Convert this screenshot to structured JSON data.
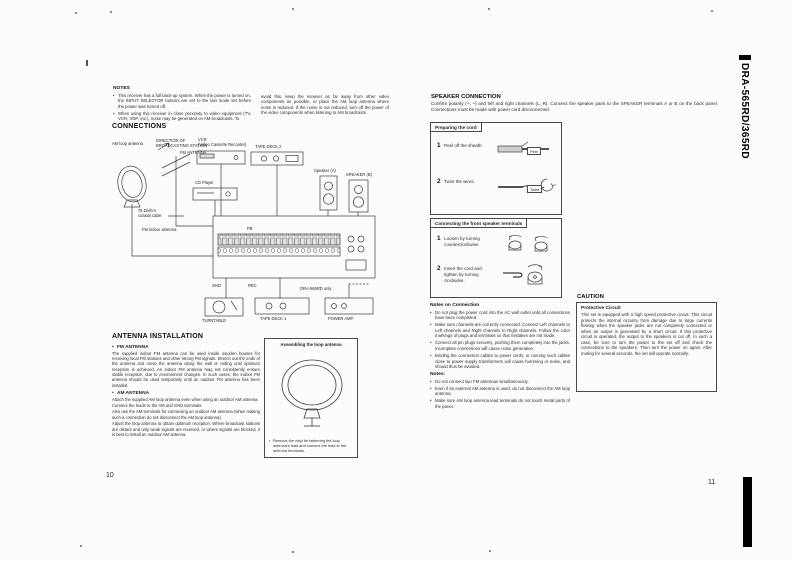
{
  "side_tab": {
    "model": "DRA-565RD/365RD"
  },
  "left_page": {
    "page_number": "10",
    "notes": {
      "title": "NOTES",
      "col1_items": [
        "This receiver has a full back-up system. When the power is turned on, the INPUT SELECTOR buttons are set to the last mode set before the power was turned off.",
        "When using this receiver in close proximity to video equipment (TV, VCR, VDP, etc.), noise may be generated on AM broadcasts. To"
      ],
      "col2": "avoid this, keep the receiver as far away from other video components as possible, or place the AM loop antenna where noise is reduced. If the noise is not reduced, turn off the power of the video components when listening to AM broadcasts."
    },
    "connections": {
      "title": "CONNECTIONS",
      "labels": {
        "am_loop": "AM loop antenna",
        "direction_1": "DIRECTION OF",
        "direction_2": "BROADCASTING STATION",
        "fm_antenna": "FM ANTENNA",
        "vcr_1": "VCR",
        "vcr_2": "(Video Cassette Recorder)",
        "tape2": "TAPE DECK 2",
        "cd": "CD Player",
        "speaker_a": "Speaker (A)",
        "speaker_b": "SPEAKER (B)",
        "coax_1": "75 Ω/ohm",
        "coax_2": "coaxial cable",
        "fm_indoor": "FM indoor antenna",
        "pb": "PB",
        "rec": "REC",
        "gnd": "GND",
        "turntable": "TURNTABLE",
        "tape1": "TAPE DECK 1",
        "power_amp": "POWER AMP.",
        "dra_only": "DRA-565RD only"
      }
    },
    "antenna_installation": {
      "title": "ANTENNA INSTALLATION",
      "fm": {
        "title": "FM ANTENNA",
        "body": "The supplied indoor FM antenna can be used inside wooden houses for receiving local FM stations and other strong FM signals. Stretch out the ends of the antenna and move the antenna along the wall or ceiling until optimum reception is achieved. An indoor FM antenna may not consistently ensure stable reception, due to environment changes. In such cases, the indoor FM antenna should be used temporarily until an outdoor FM antenna has been installed."
      },
      "am": {
        "title": "AM ANTENNA",
        "body_1": "Attach the supplied AM loop antenna even when using an outdoor AM antenna.",
        "body_2": "Connect the leads to the AM and GND terminals.",
        "body_3": "Also use the AM terminals for connecting an outdoor AM antenna (when making such a connection do not disconnect the AM loop antenna).",
        "body_4": "Adjust the loop antenna to obtain optimum reception. Where broadcast stations are distant and only weak signals are received, or where signals are blocked, it is best to install an outdoor AM antenna."
      },
      "assembly_box": {
        "title": "Assembling the loop antenna",
        "note": "Remove the vinyl tie fastening the loop antenna's lead and connect the lead to the antenna terminals."
      }
    }
  },
  "right_page": {
    "page_number": "11",
    "speaker_connection": {
      "title": "SPEAKER CONNECTION",
      "body": "Confirm polarity (+, –) and left and right channels (L, R). Connect the speaker pairs to the SPEAKER terminals A or B on the back panel. Connections must be made with power cord disconnected."
    },
    "preparing_cord": {
      "title": "Preparing the cord",
      "step1_num": "1",
      "step1": "Peel off the sheath.",
      "step1_label": "Peel",
      "step2_num": "2",
      "step2": "Twist the wires.",
      "step2_label": "Twist"
    },
    "connecting_terminals": {
      "title": "Connecting the front speaker terminals",
      "step1_num": "1",
      "step1": "Loosen by turning counterclockwise.",
      "step2_num": "2",
      "step2": "Insert the cord and tighten by turning clockwise."
    },
    "notes_on_connection": {
      "title": "Notes on Connection",
      "items": [
        "Do not plug the power cord into the AC wall outlet until all connections have been completed.",
        "Make sure channels are correctly connected. Connect Left channels to Left channels and Right channels to Right channels. Follow the color markings of plugs and terminals so that mistakes are not made.",
        "Connect all pin plugs securely, pushing them completely into the jacks. Incomplete connections will cause noise generation.",
        "Binding the connection cables to power cords, or running such cables close to power supply transformers will cause humming or noise, and should thus be avoided."
      ]
    },
    "notes": {
      "title": "Notes:",
      "items": [
        "Do not connect two FM antennas simultaneously.",
        "Even if an external AM antenna is used, do not disconnect the AM loop antenna.",
        "Make sure AM loop antenna lead terminals do not touch metal parts of the panel."
      ]
    },
    "caution": {
      "title": "CAUTION",
      "subtitle": "Protective Circuit",
      "body": "This set is equipped with a high speed protective circuit. This circuit protects the internal circuitry from damage due to large currents flowing when the speaker jacks are not completely connected or when an output is generated by a short circuit. If this protective circuit is operated, the output to the speakers is cut off. In such a case, be sure to turn the power to the set off and check the connections to the speakers. Then turn the power on again. After muting for several seconds, the set will operate normally."
    }
  }
}
